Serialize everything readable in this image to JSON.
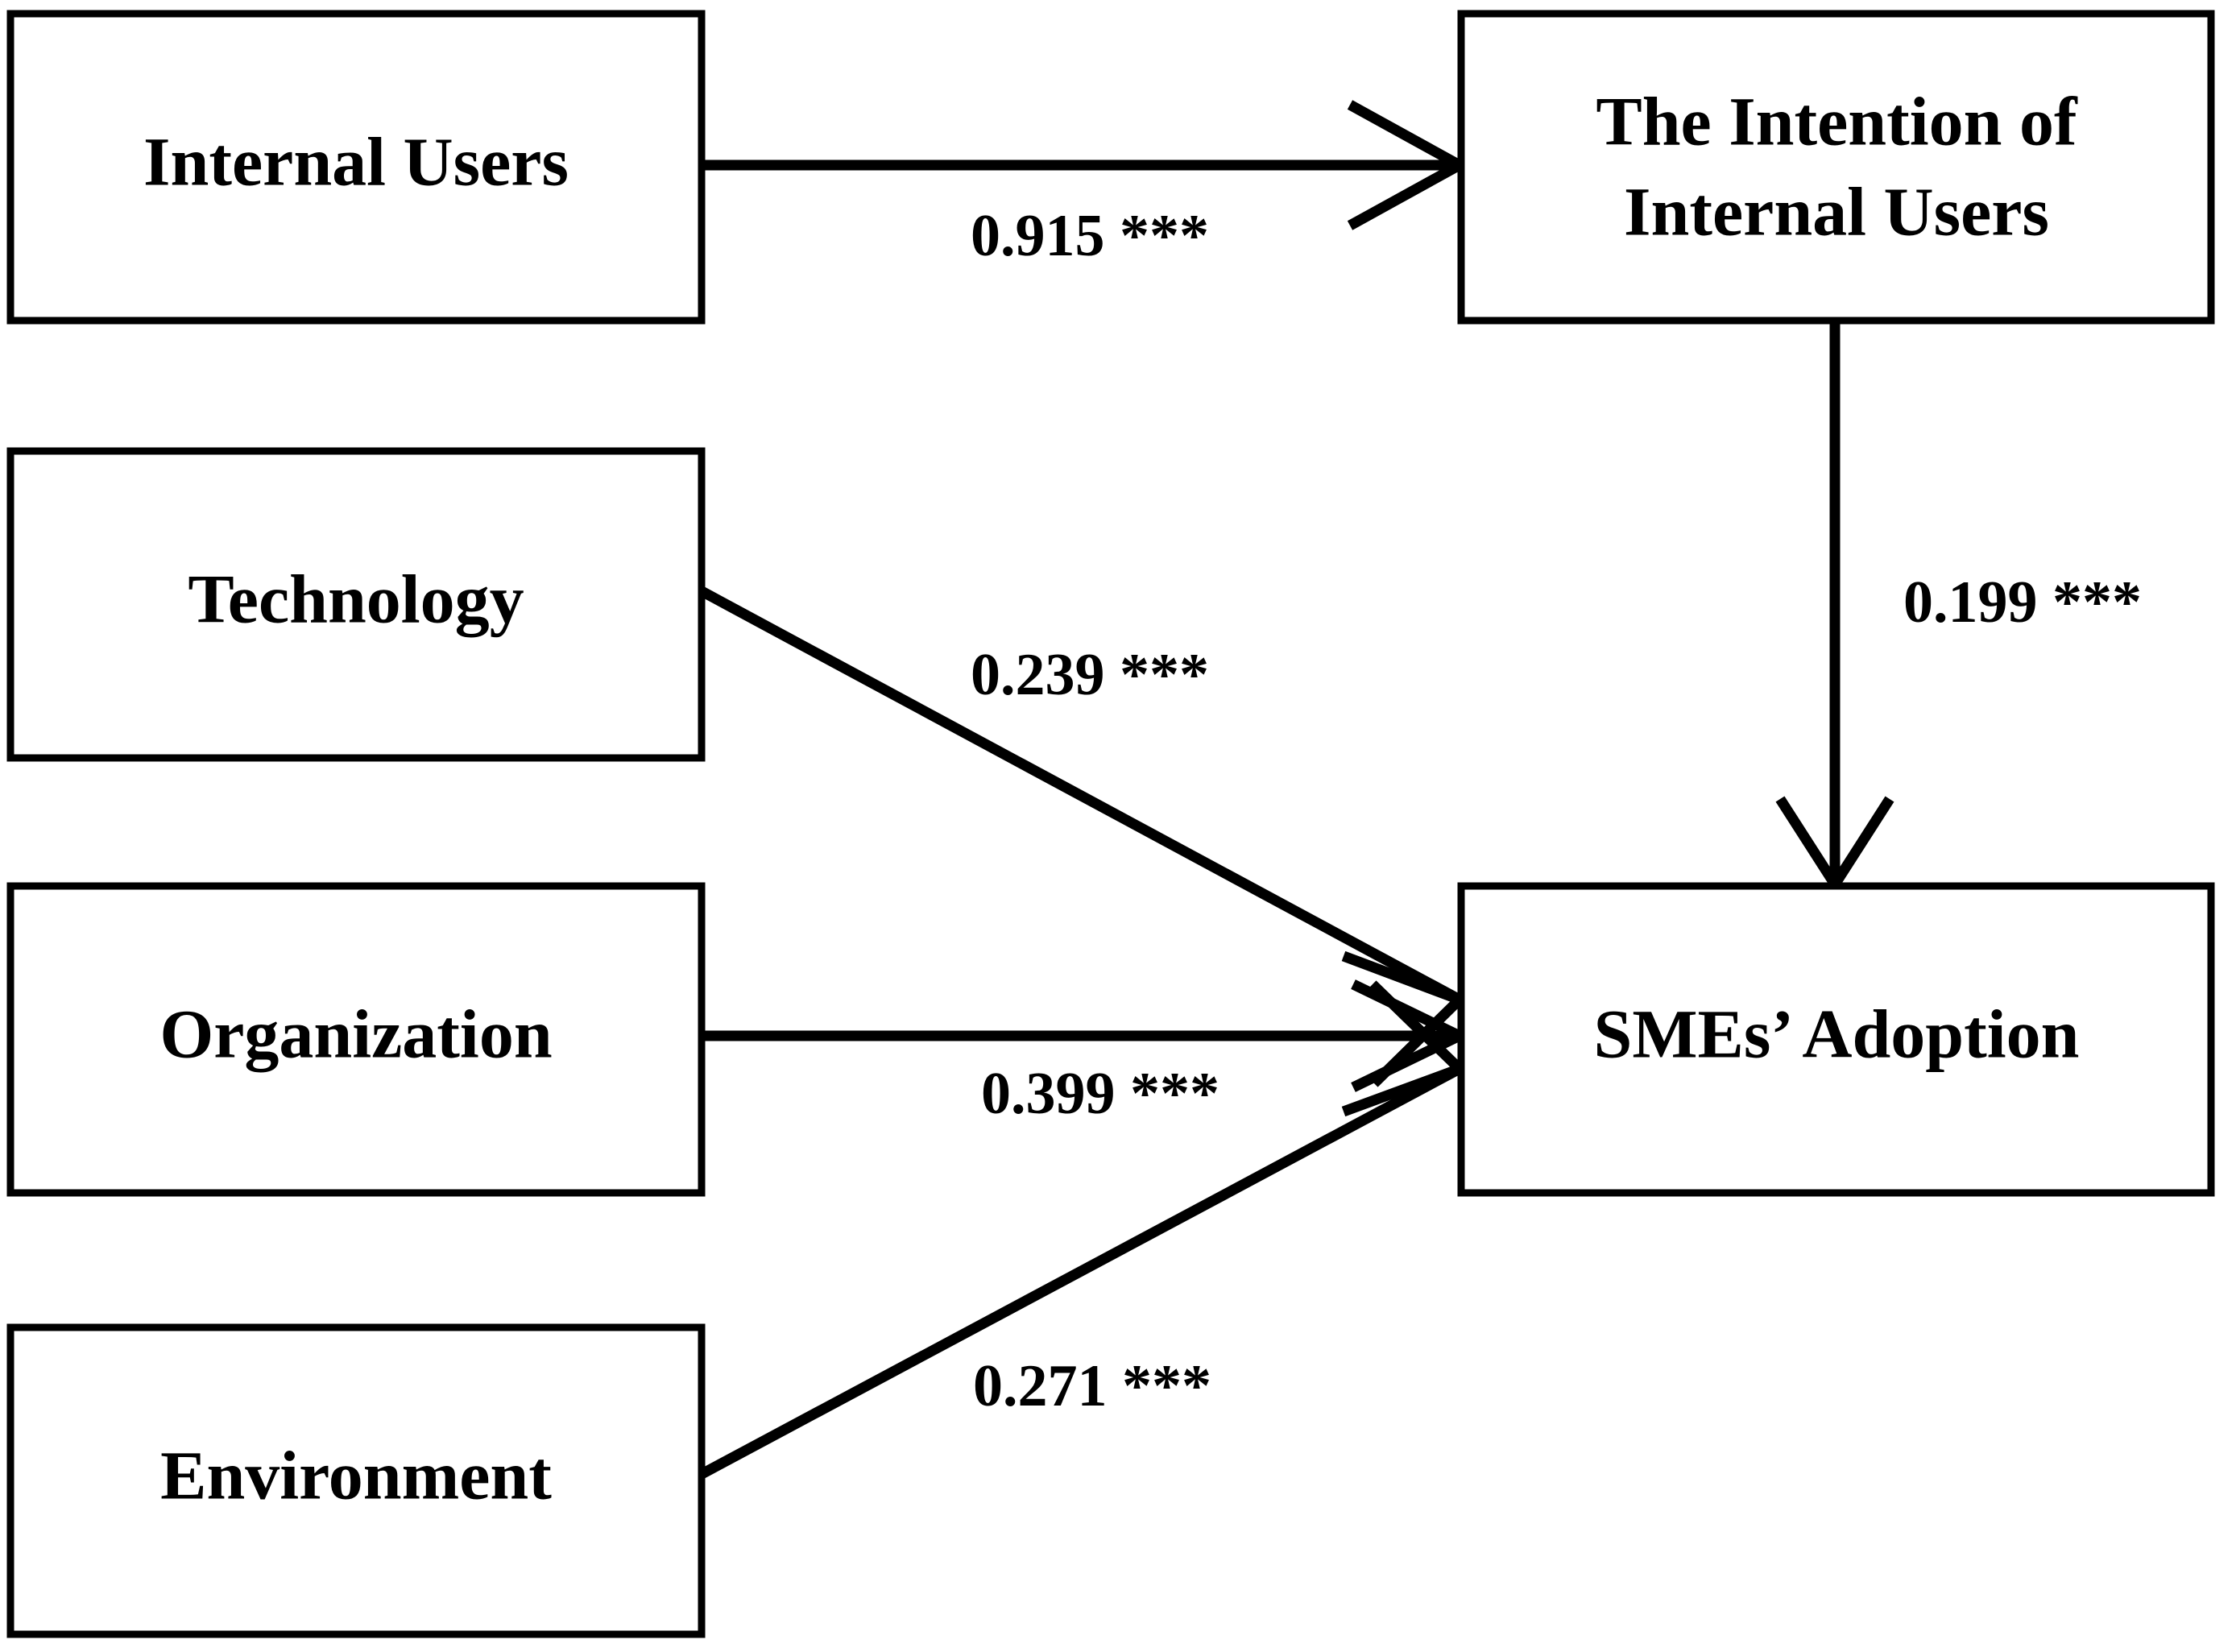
{
  "diagram": {
    "type": "path-diagram",
    "title": "",
    "background_color": "#ffffff",
    "line_color": "#000000",
    "nodes": [
      {
        "id": "internal_users",
        "label": "Internal Users",
        "label_line2": ""
      },
      {
        "id": "technology",
        "label": "Technology",
        "label_line2": ""
      },
      {
        "id": "organization",
        "label": "Organization",
        "label_line2": ""
      },
      {
        "id": "environment",
        "label": "Environment",
        "label_line2": ""
      },
      {
        "id": "intention",
        "label": "The Intention of",
        "label_line2": "Internal Users"
      },
      {
        "id": "sme_adoption",
        "label": "SMEs’ Adoption",
        "label_line2": ""
      }
    ],
    "paths": [
      {
        "id": "p1",
        "from": "internal_users",
        "to": "intention",
        "coefficient": "0.915",
        "significance": "***",
        "label": "0.915 ***"
      },
      {
        "id": "p2",
        "from": "technology",
        "to": "sme_adoption",
        "coefficient": "0.239",
        "significance": "***",
        "label": "0.239 ***"
      },
      {
        "id": "p3",
        "from": "organization",
        "to": "sme_adoption",
        "coefficient": "0.399",
        "significance": "***",
        "label": "0.399 ***"
      },
      {
        "id": "p4",
        "from": "environment",
        "to": "sme_adoption",
        "coefficient": "0.271",
        "significance": "***",
        "label": "0.271 ***"
      },
      {
        "id": "p5",
        "from": "intention",
        "to": "sme_adoption",
        "coefficient": "0.199",
        "significance": "***",
        "label": "0.199 ***"
      }
    ]
  }
}
